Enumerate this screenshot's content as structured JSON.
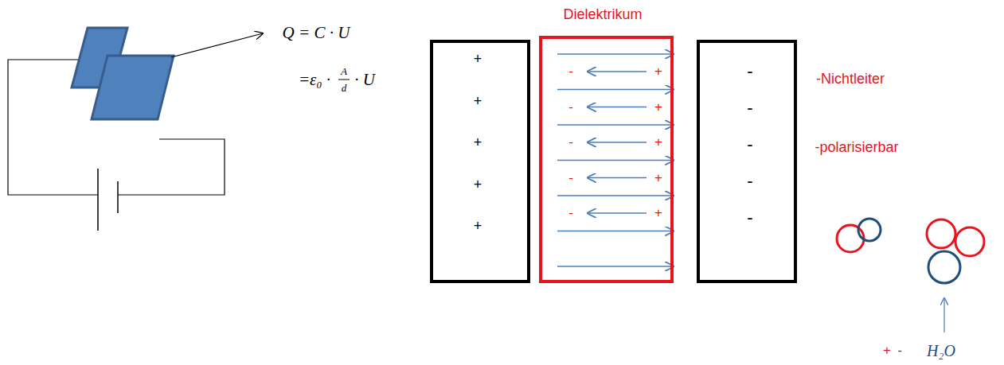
{
  "diagram": {
    "nodes": [
      {
        "text": [
          "+",
          "+",
          "+",
          "+",
          "+"
        ]
      },
      {
        "text": [
          "Dielektrikum",
          "-",
          "+",
          "-",
          "+",
          "-",
          "+",
          "-",
          "+",
          "-",
          "+"
        ]
      },
      {
        "text": [
          "-",
          "-",
          "-",
          "-",
          "-"
        ]
      }
    ],
    "labels": [
      "Q = C · U",
      "=ε₀ ·",
      "A",
      "d",
      "· U",
      "-Nichtleiter",
      "-polarisierbar",
      "+",
      "-",
      "H₂O"
    ]
  }
}
